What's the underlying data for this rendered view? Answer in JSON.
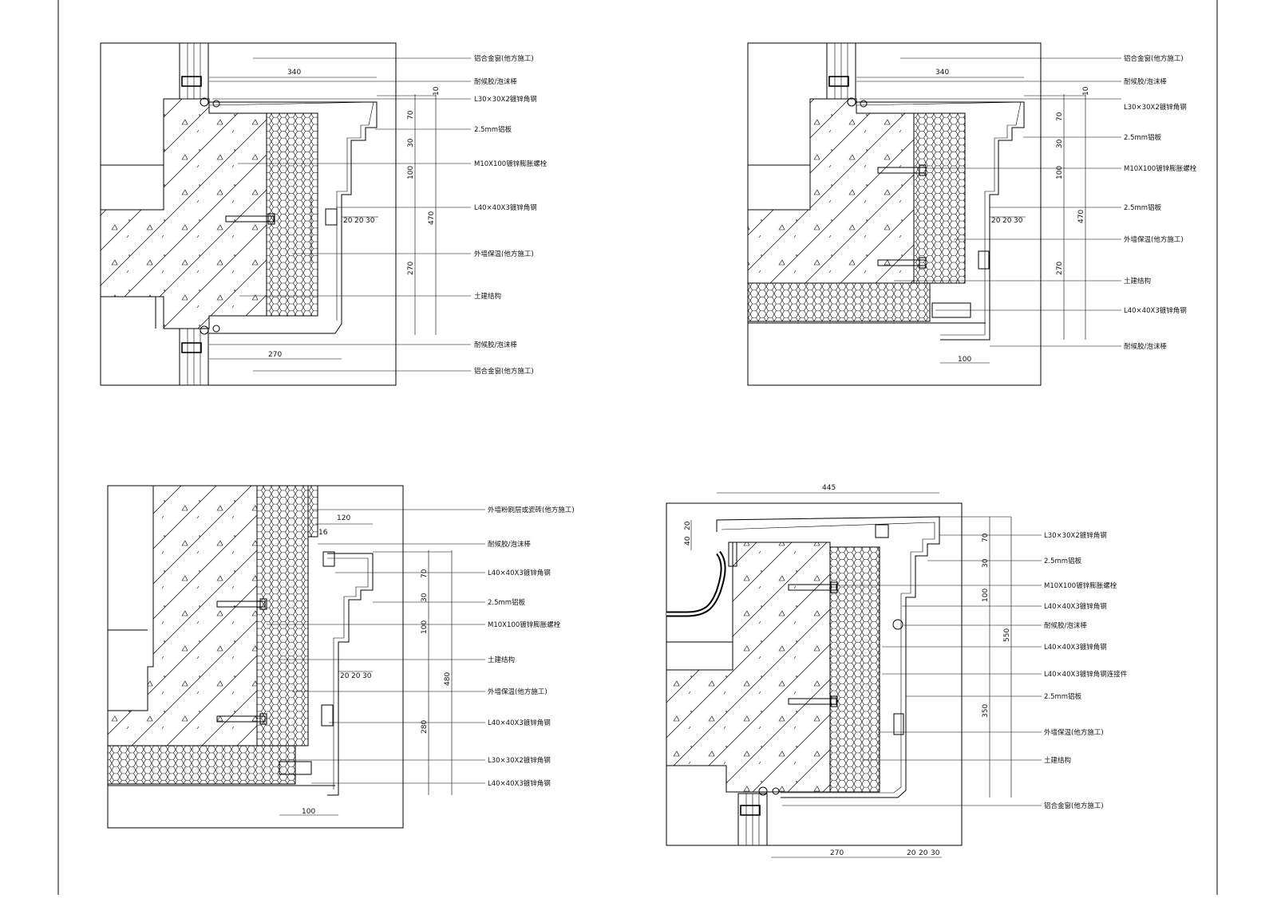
{
  "details": [
    {
      "id": "detail-1",
      "labels": [
        "铝合金窗(他方施工)",
        "耐候胶/泡沫棒",
        "L30×30X2镀锌角钢",
        "2.5mm铝板",
        "M10X100镀锌膨胀螺栓",
        "L40×40X3镀锌角钢",
        "外墙保温(他方施工)",
        "土建结构",
        "耐候胶/泡沫棒",
        "铝合金窗(他方施工)"
      ],
      "dims": {
        "top_width": "340",
        "bottom_width": "270",
        "v1": "10",
        "v2": "70",
        "v3": "30",
        "v4": "100",
        "v5": "270",
        "total": "470",
        "h1": "20",
        "h2": "20",
        "h3": "30"
      }
    },
    {
      "id": "detail-2",
      "labels": [
        "铝合金窗(他方施工)",
        "耐候胶/泡沫棒",
        "L30×30X2镀锌角钢",
        "2.5mm铝板",
        "M10X100镀锌膨胀螺栓",
        "2.5mm铝板",
        "外墙保温(他方施工)",
        "土建结构",
        "L40×40X3镀锌角钢",
        "耐候胶/泡沫棒"
      ],
      "dims": {
        "top_width": "340",
        "bottom_width": "100",
        "v1": "10",
        "v2": "70",
        "v3": "30",
        "v4": "100",
        "v5": "270",
        "total": "470",
        "h1": "20",
        "h2": "20",
        "h3": "30"
      }
    },
    {
      "id": "detail-3",
      "labels": [
        "外墙粉刷层或瓷砖(他方施工)",
        "耐候胶/泡沫棒",
        "L40×40X3镀锌角钢",
        "2.5mm铝板",
        "M10X100镀锌膨胀螺栓",
        "土建结构",
        "外墙保温(他方施工)",
        "L40×40X3镀锌角钢",
        "L30×30X2镀锌角钢",
        "L40×40X3镀锌角钢"
      ],
      "dims": {
        "top_width": "120",
        "small": "16",
        "bottom_width": "100",
        "v2": "70",
        "v3": "30",
        "v4": "100",
        "v5": "280",
        "total": "480",
        "h1": "20",
        "h2": "20",
        "h3": "30"
      }
    },
    {
      "id": "detail-4",
      "labels": [
        "L30×30X2镀锌角钢",
        "2.5mm铝板",
        "M10X100镀锌膨胀螺栓",
        "L40×40X3镀锌角钢",
        "耐候胶/泡沫棒",
        "L40×40X3镀锌角钢",
        "L40×40X3镀锌角钢连接件",
        "2.5mm铝板",
        "外墙保温(他方施工)",
        "土建结构",
        "铝合金窗(他方施工)"
      ],
      "dims": {
        "top_width": "445",
        "left_20": "20",
        "left_40": "40",
        "v2": "70",
        "v3": "30",
        "v4": "100",
        "v5": "350",
        "total": "550",
        "bottom_width": "270",
        "h1": "20",
        "h2": "20",
        "h3": "30"
      }
    }
  ]
}
